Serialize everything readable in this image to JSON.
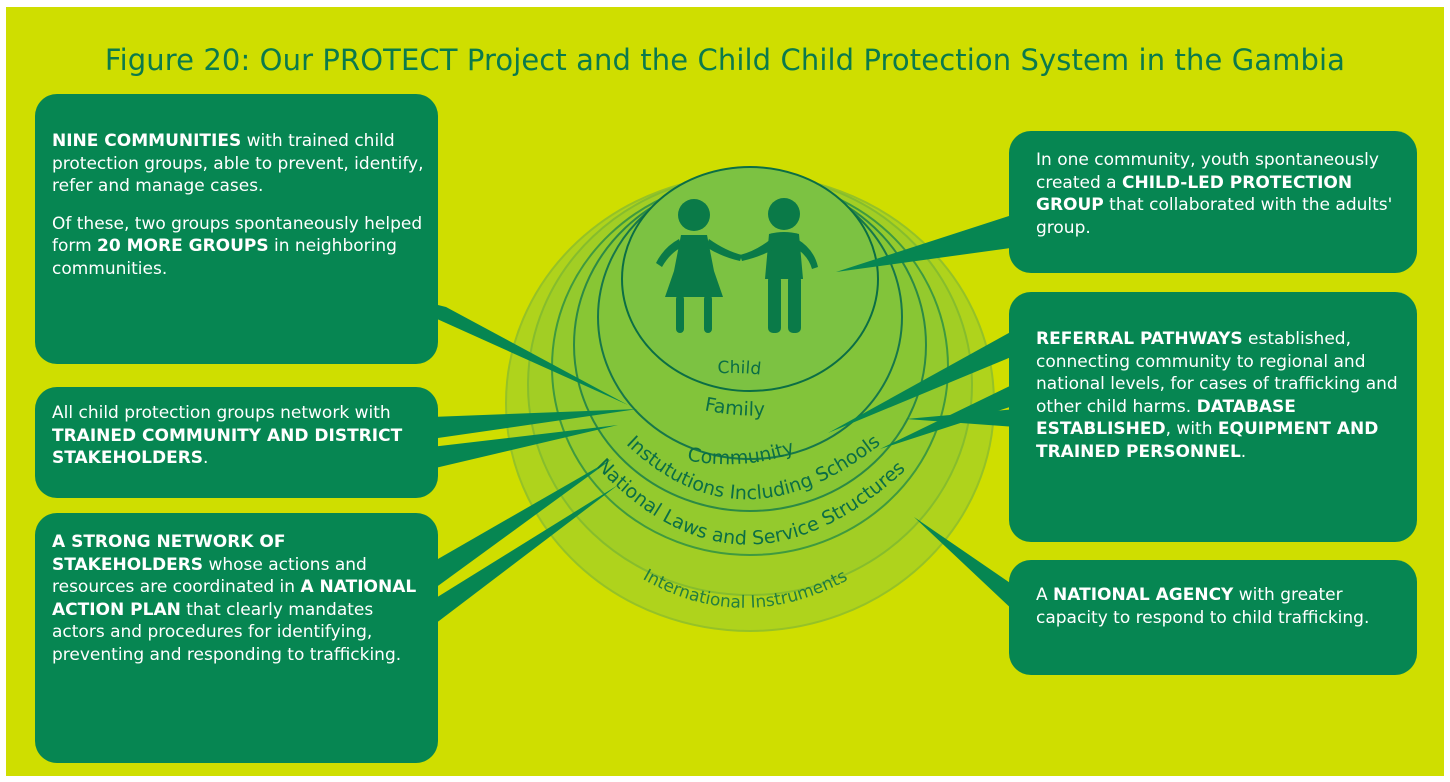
{
  "title": "Figure 20: Our PROTECT Project and the Child Child Protection System in the Gambia",
  "colors": {
    "background": "#cfde00",
    "box": "#068652",
    "text_dark": "#0b7a4c",
    "ring_fill": "#7cc242",
    "ring_stroke": "#0b6e45",
    "figure": "#0a7a48"
  },
  "rings": {
    "child": "Child",
    "family": "Family",
    "community": "Community",
    "institutions": "Instututions Including Schools",
    "national": "National Laws and Service Structures",
    "international": "International Instruments"
  },
  "boxes": {
    "nine": {
      "b1": "NINE COMMUNITIES",
      "t1": " with trained child protection groups, able to prevent, identify, refer and manage cases.",
      "t2": "Of these, two groups spontaneously helped form ",
      "b2": "20 MORE GROUPS",
      "t3": " in neighboring communities."
    },
    "network": {
      "t1": "All child protection groups network with ",
      "b1": "TRAINED COMMUNITY AND DISTRICT STAKEHOLDERS",
      "t2": "."
    },
    "strong": {
      "b1": "A STRONG NETWORK OF STAKEHOLDERS",
      "t1": " whose actions and resources are coordinated in ",
      "b2": "A NATIONAL ACTION PLAN",
      "t2": " that clearly mandates actors and procedures for identifying, preventing and responding to trafficking."
    },
    "youth": {
      "t1": "In one community, youth spontaneously created a ",
      "b1": "CHILD-LED PROTECTION GROUP",
      "t2": " that collaborated with the adults' group."
    },
    "referral": {
      "b1": "REFERRAL PATHWAYS",
      "t1": " established, connecting community to regional and national levels, for cases of trafficking and other child harms. ",
      "b2": "DATABASE ESTABLISHED",
      "t2": ", with ",
      "b3": "EQUIPMENT AND TRAINED PERSONNEL",
      "t3": "."
    },
    "agency": {
      "t1": "A ",
      "b1": "NATIONAL AGENCY",
      "t2": " with greater capacity to respond to child trafficking."
    }
  }
}
